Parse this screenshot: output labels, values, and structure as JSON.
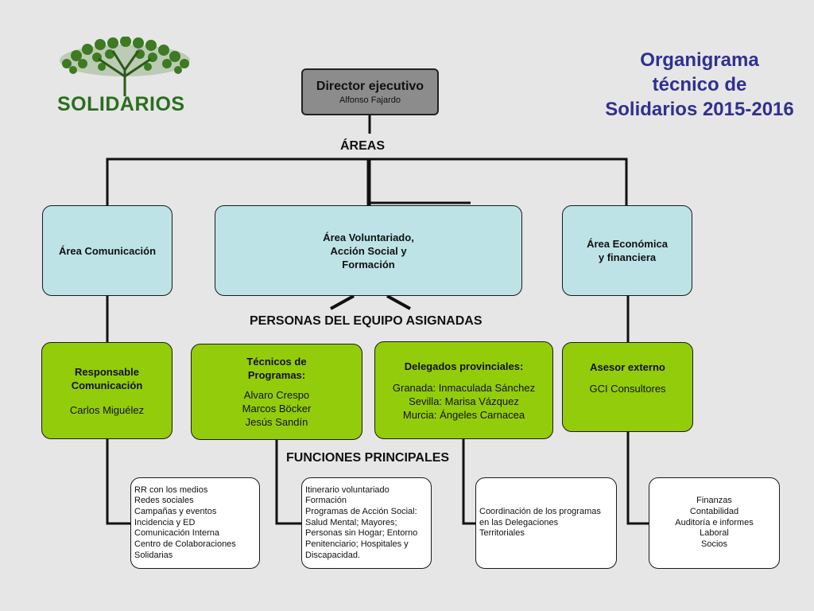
{
  "title": "Organigrama técnico de Solidarios 2015-2016",
  "logo": {
    "word": "SOLIDARIOS",
    "icon": "tree-icon"
  },
  "director": {
    "title": "Director ejecutivo",
    "name": "Alfonso Fajardo"
  },
  "labels": {
    "areas": "ÁREAS",
    "personas": "PERSONAS DEL EQUIPO ASIGNADAS",
    "funciones": "FUNCIONES PRINCIPALES"
  },
  "areas": {
    "comunicacion": "Área Comunicación",
    "voluntariado": "Área Voluntariado,\nAcción Social y\nFormación",
    "economica": "Área Económica\ny financiera"
  },
  "team": {
    "comunicacion": {
      "heading": "Responsable\nComunicación",
      "names": "Carlos Miguélez"
    },
    "tecnicos": {
      "heading": "Técnicos de\nProgramas:",
      "names": "Alvaro Crespo\nMarcos Böcker\nJesús Sandín"
    },
    "delegados": {
      "heading": "Delegados provinciales:",
      "names": "Granada: Inmaculada Sánchez\nSevilla: Marisa Vázquez\nMurcia: Ángeles Carnacea"
    },
    "asesor": {
      "heading": "Asesor externo",
      "names": "GCI Consultores"
    }
  },
  "funciones": {
    "comunicacion": "RR con los medios\nRedes sociales\nCampañas y eventos\nIncidencia y ED\nComunicación Interna\nCentro de Colaboraciones\nSolidarias",
    "programas": "Itinerario voluntariado\nFormación\nProgramas de Acción Social:\nSalud Mental; Mayores;\nPersonas sin Hogar; Entorno\nPenitenciario; Hospitales y\nDiscapacidad.",
    "delegaciones": "Coordinación de los programas\nen las Delegaciones\nTerritoriales",
    "economica": "Finanzas\nContabilidad\nAuditoría e informes\nLaboral\nSocios"
  },
  "colors": {
    "title": "#30308f",
    "logo_green": "#2a6e1e",
    "area_fill": "#bde3e6",
    "team_fill": "#93cc0a",
    "director_fill": "#8c8c8c"
  }
}
